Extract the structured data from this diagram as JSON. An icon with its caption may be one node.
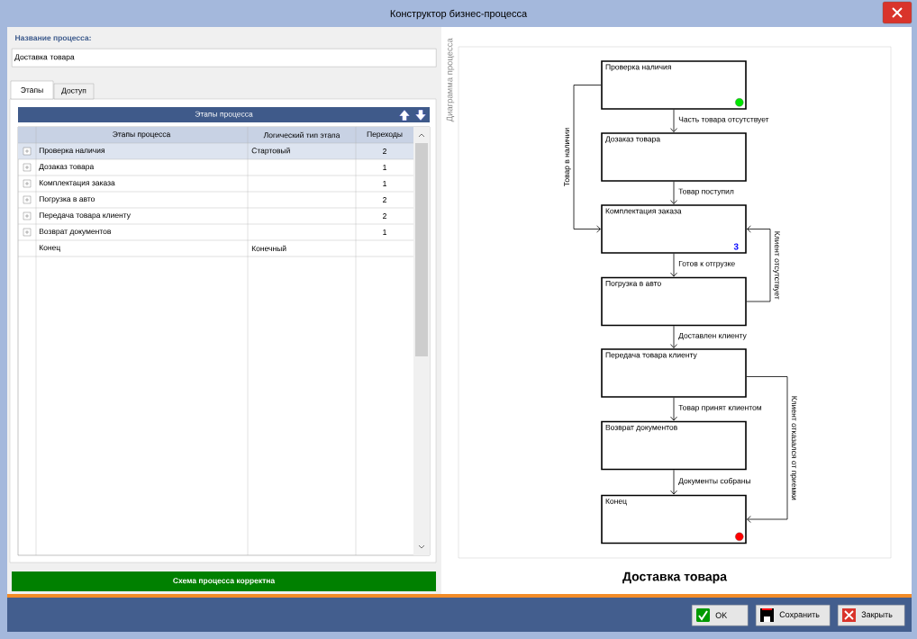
{
  "diagram": {
    "title": "Конструктор бизнес-процесса",
    "caption": "Доставка товара",
    "nodes": [
      {
        "text": [
          "Проверка наличия"
        ]
      },
      {
        "text": [
          "Дозаказ товара"
        ]
      },
      {
        "text": [
          "Комплектация заказа",
          "3"
        ]
      },
      {
        "text": [
          "Погрузка в авто"
        ]
      },
      {
        "text": [
          "Передача товара клиенту"
        ]
      },
      {
        "text": [
          "Возврат документов"
        ]
      },
      {
        "text": [
          "Конец"
        ]
      }
    ],
    "edges": [
      {
        "from": 0,
        "to": 1,
        "arrow": "to",
        "label": "Часть товара отсутствует"
      },
      {
        "from": 0,
        "to": 2,
        "arrow": "to",
        "label": "Товар в наличии"
      },
      {
        "from": 1,
        "to": 2,
        "arrow": "to",
        "label": "Товар поступил"
      },
      {
        "from": 2,
        "to": 3,
        "arrow": "to",
        "label": "Готов к отгрузке"
      },
      {
        "from": 3,
        "to": 2,
        "arrow": "to",
        "label": "Клиент отсутствует"
      },
      {
        "from": 3,
        "to": 4,
        "arrow": "to",
        "label": "Доставлен клиенту"
      },
      {
        "from": 4,
        "to": 5,
        "arrow": "to",
        "label": "Товар принят клиентом"
      },
      {
        "from": 4,
        "to": 6,
        "arrow": "to",
        "label": "Клиент отказался от приемки"
      },
      {
        "from": 5,
        "to": 6,
        "arrow": "to",
        "label": "Документы собраны"
      }
    ],
    "labels": [
      "Название процесса:",
      "Доставка товара",
      "Этапы",
      "Доступ",
      "Этапы процесса",
      "Этапы процесса",
      "Логический тип этапа",
      "Переходы",
      "Проверка наличия",
      "Стартовый",
      "2",
      "Дозаказ товара",
      "1",
      "Комплектация заказа",
      "1",
      "Погрузка в авто",
      "2",
      "Передача товара клиенту",
      "2",
      "Возврат документов",
      "1",
      "Конец",
      "Конечный",
      "Схема процесса корректна",
      "Диаграмма процесса",
      "OK",
      "Сохранить",
      "Закрыть"
    ]
  }
}
